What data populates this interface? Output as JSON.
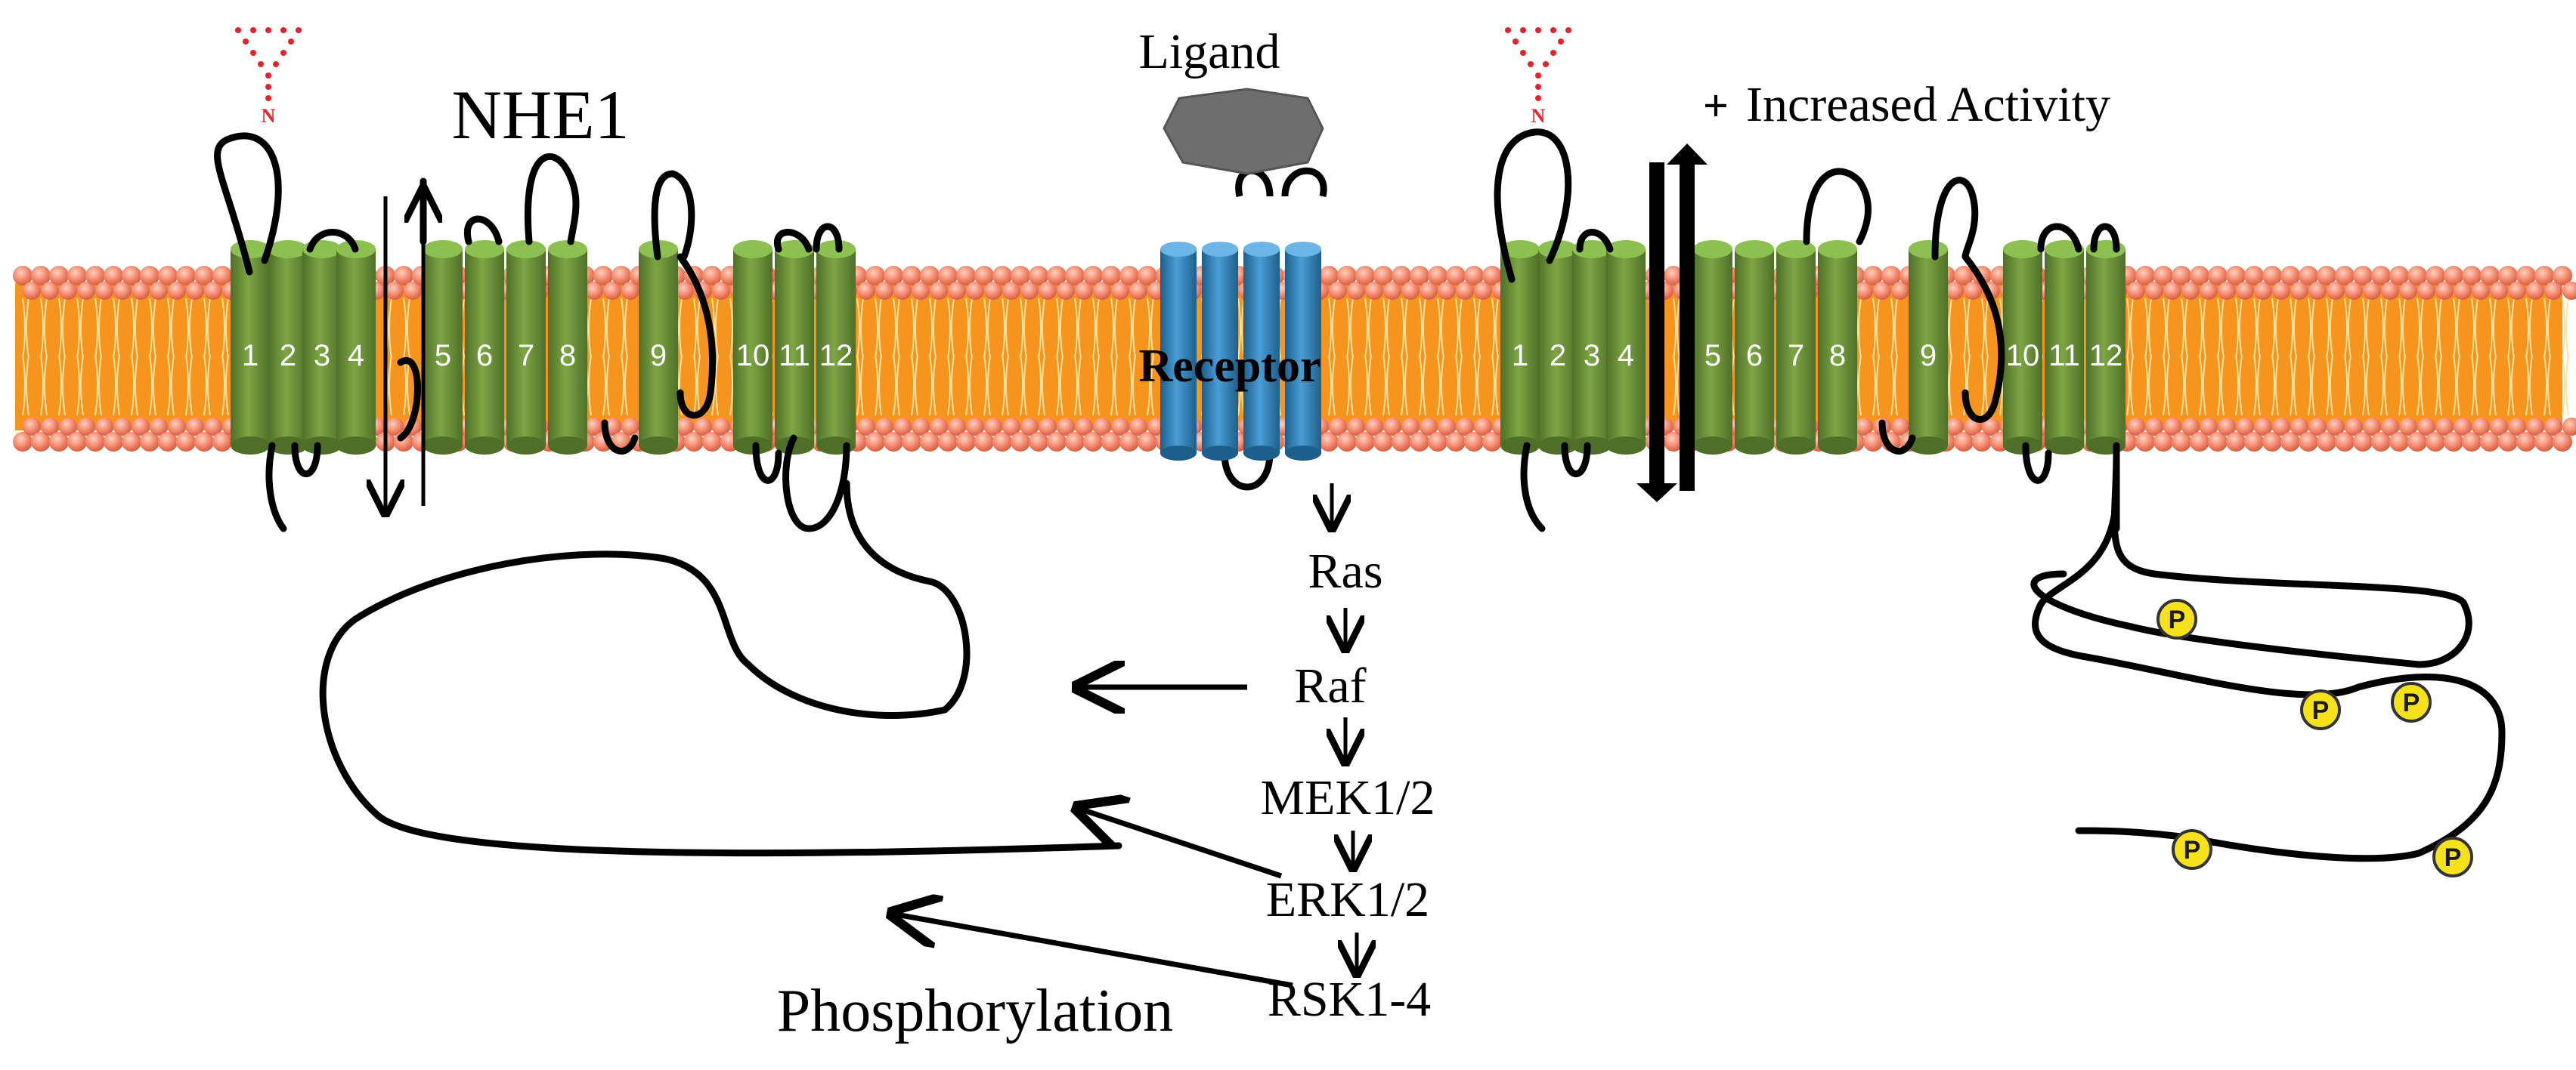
{
  "diagram": {
    "title": "NHE1",
    "ligand_label": "Ligand",
    "receptor_label": "Receptor",
    "increased_activity_plus": "+",
    "increased_activity_label": "Increased Activity",
    "phosphorylation_label": "Phosphorylation",
    "cascade": [
      "Ras",
      "Raf",
      "MEK1/2",
      "ERK1/2",
      "RSK1-4"
    ],
    "left_helices": [
      "1",
      "2",
      "3",
      "4",
      "5",
      "6",
      "7",
      "8",
      "9",
      "10",
      "11",
      "12"
    ],
    "right_helices": [
      "1",
      "2",
      "3",
      "4",
      "5",
      "6",
      "7",
      "8",
      "9",
      "10",
      "11",
      "12"
    ],
    "glycosylation_label": "N",
    "phospho_label": "P",
    "phospho_site_count": 5,
    "colors": {
      "lipid_head": "#f4876a",
      "lipid_tail": "#f7941d",
      "helix": "#6b8e3a",
      "helix_top": "#8cc152",
      "receptor": "#2f80b7",
      "ligand": "#6e6e6e",
      "glyco": "#e8222a",
      "phospho": "#f5e21a"
    }
  }
}
